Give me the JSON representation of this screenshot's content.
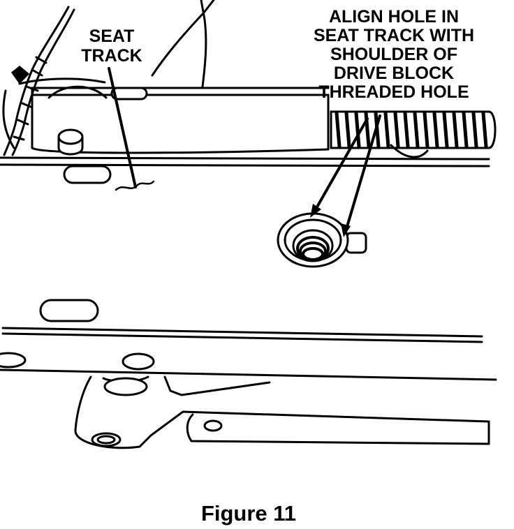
{
  "labels": {
    "seat_track": [
      "SEAT",
      "TRACK"
    ],
    "align_instruction": [
      "ALIGN HOLE IN",
      "SEAT TRACK WITH",
      "SHOULDER OF",
      "DRIVE BLOCK",
      "THREADED HOLE"
    ]
  },
  "caption": "Figure 11"
}
